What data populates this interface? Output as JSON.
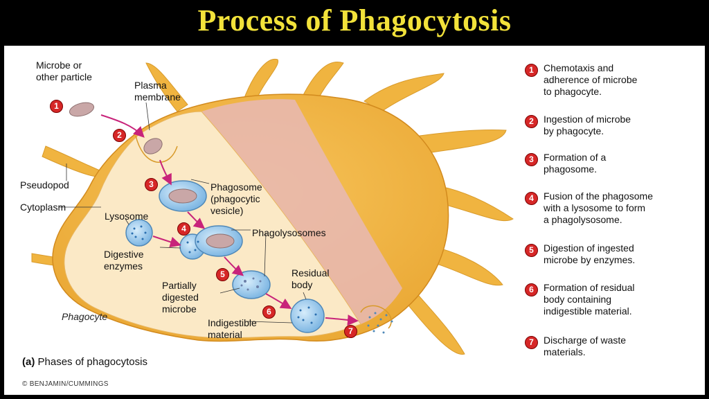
{
  "title": "Process of Phagocytosis",
  "labels": {
    "microbe": "Microbe or\nother particle",
    "plasma_membrane": "Plasma\nmembrane",
    "pseudopod": "Pseudopod",
    "cytoplasm": "Cytoplasm",
    "lysosome": "Lysosome",
    "phagosome": "Phagosome\n(phagocytic\nvesicle)",
    "digestive_enzymes": "Digestive\nenzymes",
    "phagolysosomes": "Phagolysosomes",
    "residual_body": "Residual\nbody",
    "partially_digested": "Partially\ndigested\nmicrobe",
    "indigestible": "Indigestible\nmaterial",
    "phagocyte": "Phagocyte"
  },
  "diagram_steps": [
    "1",
    "2",
    "3",
    "4",
    "5",
    "6",
    "7"
  ],
  "legend": [
    {
      "num": "1",
      "text": "Chemotaxis and\nadherence of microbe\nto phagocyte."
    },
    {
      "num": "2",
      "text": "Ingestion of microbe\nby phagocyte."
    },
    {
      "num": "3",
      "text": "Formation of a\nphagosome."
    },
    {
      "num": "4",
      "text": "Fusion of the phagosome\nwith a lysosome to form\na phagolysosome."
    },
    {
      "num": "5",
      "text": "Digestion of ingested\nmicrobe by enzymes."
    },
    {
      "num": "6",
      "text": "Formation of residual\nbody containing\nindigestible material."
    },
    {
      "num": "7",
      "text": "Discharge of waste\nmaterials."
    }
  ],
  "caption": {
    "prefix": "(a)",
    "text": "Phases of phagocytosis"
  },
  "credit": "© BENJAMIN/CUMMINGS",
  "colors": {
    "title": "#f2e23a",
    "cell_fill": "#fbe9c6",
    "cell_outer": "#f2b23c",
    "step_badge": "#d62727",
    "arrow": "#c8237a",
    "vesicle": "#a9d1ef",
    "microbe": "#c9a7a7"
  }
}
